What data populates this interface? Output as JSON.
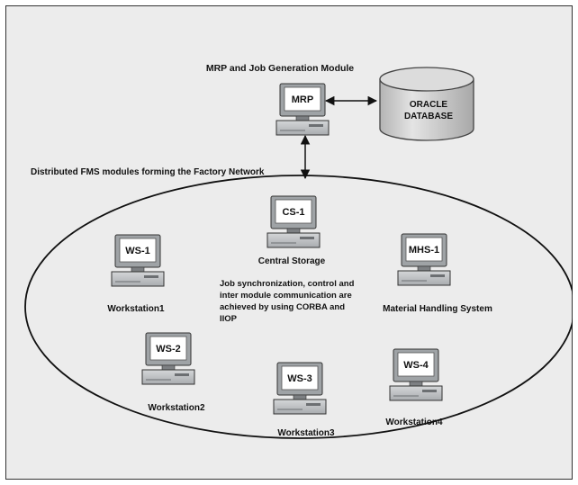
{
  "diagram": {
    "module_title": "MRP and Job Generation Module",
    "network_caption": "Distributed FMS modules forming the Factory Network",
    "database": {
      "line1": "ORACLE",
      "line2": "DATABASE"
    },
    "note": [
      "Job synchronization, control and",
      "inter module communication are",
      "achieved by using CORBA and",
      "IIOP"
    ],
    "nodes": [
      {
        "id": "mrp",
        "screen_label": "MRP",
        "caption": ""
      },
      {
        "id": "cs1",
        "screen_label": "CS-1",
        "caption": "Central Storage"
      },
      {
        "id": "ws1",
        "screen_label": "WS-1",
        "caption": "Workstation1"
      },
      {
        "id": "mhs1",
        "screen_label": "MHS-1",
        "caption": "Material Handling System"
      },
      {
        "id": "ws2",
        "screen_label": "WS-2",
        "caption": "Workstation2"
      },
      {
        "id": "ws3",
        "screen_label": "WS-3",
        "caption": "Workstation3"
      },
      {
        "id": "ws4",
        "screen_label": "WS-4",
        "caption": "Workstation4"
      }
    ],
    "colors": {
      "background": "#ececec",
      "frame": "#333333",
      "monitor_screen": "#ffffff",
      "monitor_bezel": "#9fa3a6",
      "cylinder": "#c9c9c9"
    }
  }
}
